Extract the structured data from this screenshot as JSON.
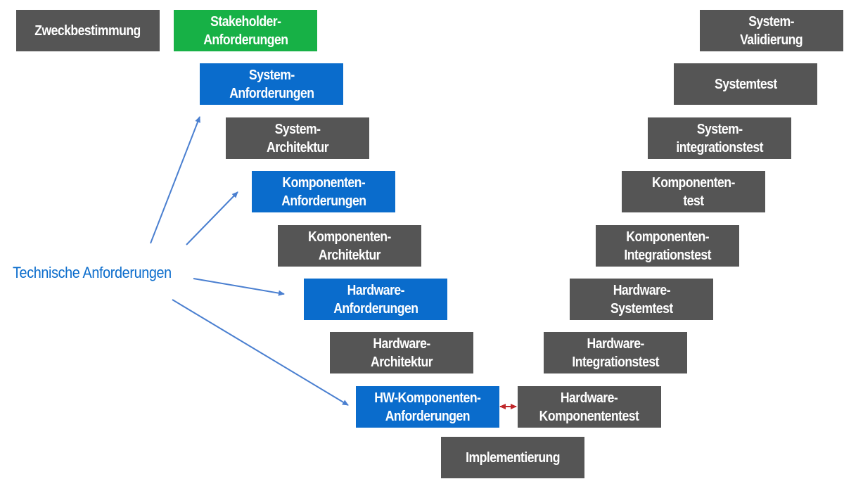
{
  "diagram": {
    "left_branch": [
      {
        "label": "Zweckbestimmung",
        "color": "gray"
      },
      {
        "label": "Stakeholder-\nAnforderungen",
        "color": "green"
      },
      {
        "label": "System-\nAnforderungen",
        "color": "blue"
      },
      {
        "label": "System-\nArchitektur",
        "color": "gray"
      },
      {
        "label": "Komponenten-\nAnforderungen",
        "color": "blue"
      },
      {
        "label": "Komponenten-\nArchitektur",
        "color": "gray"
      },
      {
        "label": "Hardware-\nAnforderungen",
        "color": "blue"
      },
      {
        "label": "Hardware-\nArchitektur",
        "color": "gray"
      },
      {
        "label": "HW-Komponenten-\nAnforderungen",
        "color": "blue"
      }
    ],
    "bottom": {
      "label": "Implementierung",
      "color": "gray"
    },
    "right_branch": [
      {
        "label": "Hardware-\nKomponententest",
        "color": "gray"
      },
      {
        "label": "Hardware-\nIntegrationstest",
        "color": "gray"
      },
      {
        "label": "Hardware-\nSystemtest",
        "color": "gray"
      },
      {
        "label": "Komponenten-\nIntegrationstest",
        "color": "gray"
      },
      {
        "label": "Komponenten-\ntest",
        "color": "gray"
      },
      {
        "label": "System-\nintegrationstest",
        "color": "gray"
      },
      {
        "label": "Systemtest",
        "color": "gray"
      },
      {
        "label": "System-\nValidierung",
        "color": "gray"
      }
    ],
    "annotation": {
      "label": "Technische Anforderungen",
      "points_to": [
        "System-Anforderungen",
        "Komponenten-Anforderungen",
        "Hardware-Anforderungen",
        "HW-Komponenten-Anforderungen"
      ]
    },
    "link": {
      "from": "HW-Komponenten-Anforderungen",
      "to": "Hardware-Komponententest",
      "style": "double-arrow"
    },
    "colors": {
      "gray": "#555555",
      "blue": "#0a6ccc",
      "green": "#17b146",
      "link": "#c0282b"
    }
  }
}
